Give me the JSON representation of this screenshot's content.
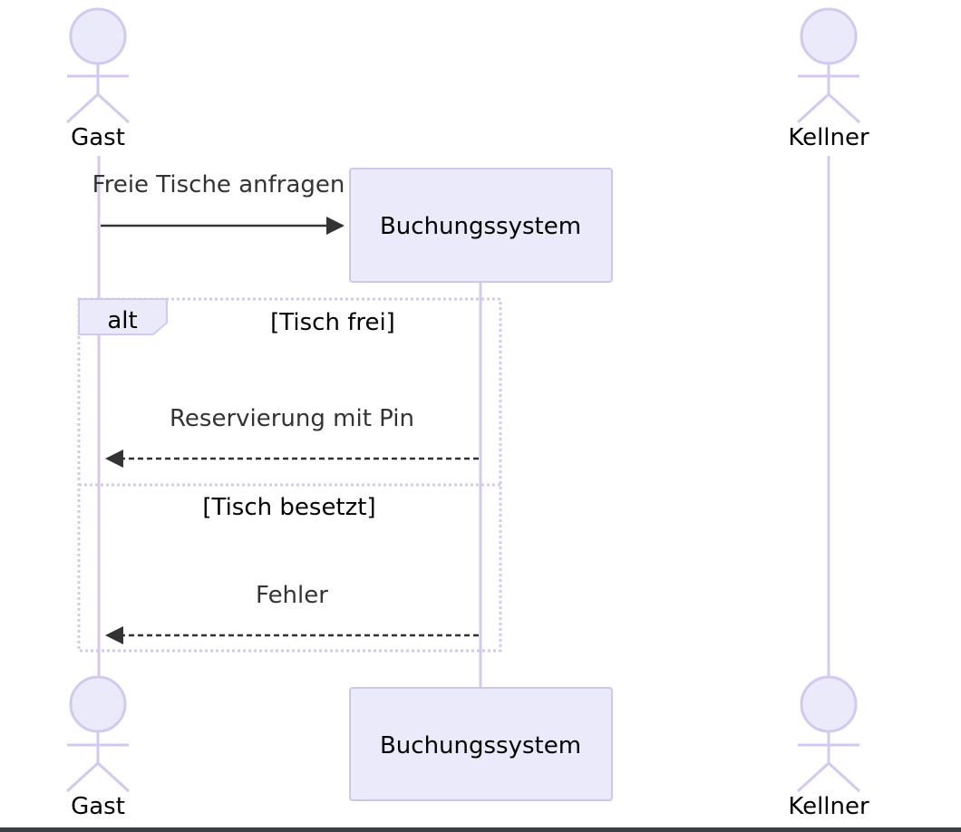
{
  "diagram": {
    "participants": [
      {
        "id": "gast",
        "label": "Gast",
        "kind": "actor"
      },
      {
        "id": "buchungssystem",
        "label": "Buchungssystem",
        "kind": "box"
      },
      {
        "id": "kellner",
        "label": "Kellner",
        "kind": "actor"
      }
    ],
    "messages": [
      {
        "from": "gast",
        "to": "buchungssystem",
        "text": "Freie Tische anfragen",
        "style": "solid"
      },
      {
        "from": "buchungssystem",
        "to": "gast",
        "text": "Reservierung mit Pin",
        "style": "dashed"
      },
      {
        "from": "buchungssystem",
        "to": "gast",
        "text": "Fehler",
        "style": "dashed"
      }
    ],
    "alt_block": {
      "keyword": "alt",
      "condition_1": "[Tisch frei]",
      "condition_2": "[Tisch besetzt]"
    },
    "colors": {
      "lifeline": "#d3c9ef",
      "participant_fill": "#eaeafb",
      "participant_stroke": "#cfc7ea",
      "text": "#333333",
      "arrow": "#333333"
    }
  }
}
